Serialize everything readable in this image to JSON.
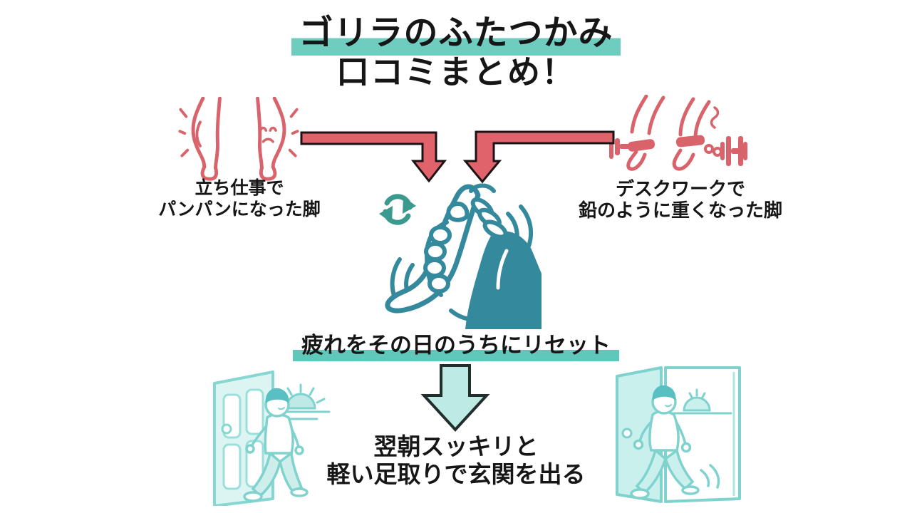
{
  "title": {
    "line1": "ゴリラのふたつかみ",
    "line2": "口コミまとめ！"
  },
  "causes": {
    "left": {
      "line1": "立ち仕事で",
      "line2": "パンパンになった脚",
      "icon": "swollen-calves-icon"
    },
    "right": {
      "line1": "デスクワークで",
      "line2": "鉛のように重くなった脚",
      "icon": "weighted-shackled-feet-icon"
    }
  },
  "solution": {
    "caption": "疲れをその日のうちにリセット",
    "icon": "foot-massage-grip-icon",
    "sub_icon": "refresh-arrows-icon"
  },
  "result": {
    "line1": "翌朝スッキリと",
    "line2": "軽い足取りで玄関を出る",
    "left_icon": "walk-out-door-sunrise-icon",
    "right_icon": "walk-out-door-sunrise-icon"
  },
  "colors": {
    "background": "#ffffff",
    "text": "#161616",
    "highlight_teal": "#6ecdbf",
    "underline_teal": "#5fc8bb",
    "arrow_red_fill": "#e0636b",
    "arrow_outline": "#1d1316",
    "illustration_red": "#d9636b",
    "massage_teal": "#35899c",
    "refresh_teal": "#3a9a8d",
    "door_stroke_teal": "#7fd2cd",
    "door_fill_teal": "#ddf5f2",
    "hair_teal": "#58c0c3",
    "pants_teal": "#cdeeea",
    "big_arrow_fill": "#bdeae3"
  }
}
